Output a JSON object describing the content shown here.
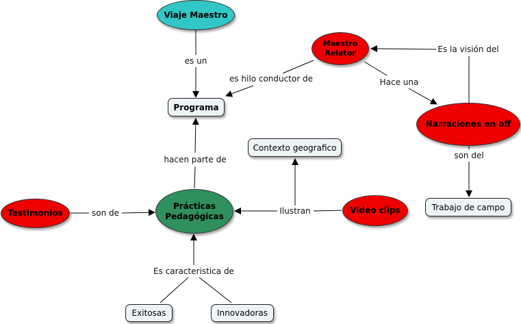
{
  "colors": {
    "cyan": "#33c6c6",
    "red": "#ee0000",
    "green": "#2f8f5d",
    "box": "#eef3f5"
  },
  "nodes": {
    "viaje_maestro": "Viaje Maestro",
    "maestro_relator": "Maestro Relator",
    "programa": "Programa",
    "narraciones": "Narraciones en off",
    "contexto": "Contexto geografico",
    "trabajo": "Trabajo de campo",
    "testimonios": "Testimonios",
    "practicas": "Prácticas Pedagógicas",
    "video": "Video clips",
    "exitosas": "Exitosas",
    "innovadoras": "Innovadoras"
  },
  "links": {
    "es_un": "es un",
    "es_hilo": "es hilo conductor de",
    "es_la_vision": "Es la visión del",
    "hace_una": "Hace una",
    "son_del": "son del",
    "hacen_parte": "hacen parte de",
    "son_de": "son de",
    "ilustran": "Ilustran",
    "es_caracteristica": "Es caracteristica de"
  }
}
